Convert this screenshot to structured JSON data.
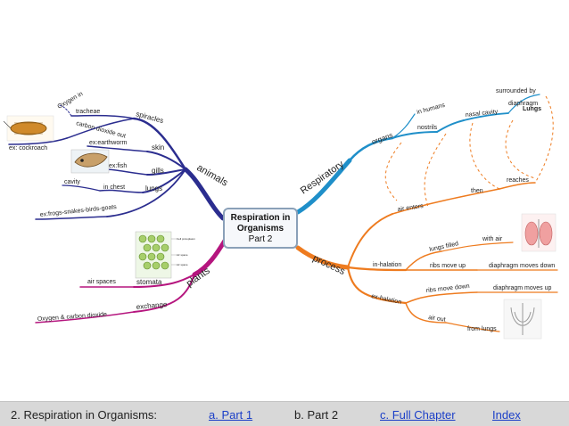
{
  "center": {
    "title_line1": "Respiration in",
    "title_line2": "Organisms",
    "subtitle": "Part 2"
  },
  "branches": {
    "animals": "animals",
    "plants": "plants",
    "respiratory": "Respiratory",
    "process": "process"
  },
  "animals": {
    "spiracles": "spiracles",
    "oxygen_in": "Oxygen in",
    "tracheae": "tracheae",
    "carbon_dioxide_out": "carbon dioxide out",
    "cockroach": "ex: cockroach",
    "skin": "skin",
    "earthworm": "ex:earthworm",
    "gills": "gills",
    "fish": "ex:fish",
    "lungs": "lungs",
    "cavity": "cavity",
    "in_chest": "in chest",
    "frogs": "ex:frogs-snakes-birds-goats"
  },
  "plants": {
    "stomata": "stomata",
    "air_spaces": "air spaces",
    "exchange": "exchange",
    "oxygen_co2": "Oxygen & carbon dioxide"
  },
  "respiratory": {
    "organs": "organs",
    "in_humans": "in humans",
    "nostrils": "nostrils",
    "nasal_cavity": "nasal cavity",
    "surrounded_by": "surrounded by",
    "diaphragm": "diaphragm",
    "lungs": "Lungs",
    "reaches": "reaches",
    "then": "then",
    "air_enters": "air enters"
  },
  "process": {
    "in_halation": "in-halation",
    "lungs_filled": "lungs filled",
    "with_air": "with air",
    "ribs_move_up": "ribs move up",
    "diaphragm_moves_down": "diaphragm moves down",
    "ex_halation": "ex-halation",
    "ribs_move_down": "ribs move down",
    "diaphragm_moves_up": "diaphragm moves up",
    "air_out": "air out",
    "from_lungs": "from lungs"
  },
  "illustration_labels": {
    "lbl1": "Cell protoplasm",
    "lbl2": "Air space",
    "lbl3": "Air space"
  },
  "footer": {
    "label": "2. Respiration in Organisms:",
    "part1": "a. Part 1",
    "part2": "b. Part 2",
    "full_chapter": "c. Full Chapter",
    "index": "Index"
  },
  "colors": {
    "animals": "#2b2d8f",
    "plants": "#b5157e",
    "respiratory": "#1f8fc9",
    "process": "#ee7b1f"
  }
}
